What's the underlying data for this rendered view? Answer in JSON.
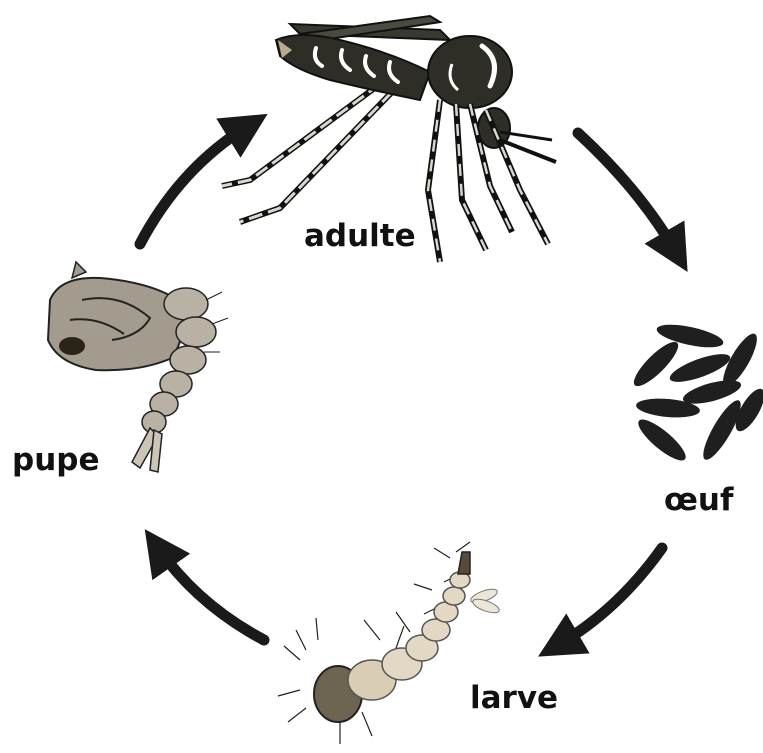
{
  "stages": {
    "adult": {
      "label": "adulte"
    },
    "egg": {
      "label": "œuf"
    },
    "larva": {
      "label": "larve"
    },
    "pupa": {
      "label": "pupe"
    }
  },
  "colors": {
    "arrow": "#1a1a1a",
    "egg": "#1f1f1f",
    "mosquito_body": "#2f2e26",
    "mosquito_mark": "#ffffff",
    "larva_body": "#d9cdb6",
    "larva_head": "#6e6452",
    "pupa_body": "#a39b8d"
  },
  "icons": [
    "adult-mosquito-icon",
    "egg-cluster-icon",
    "larva-icon",
    "pupa-icon",
    "cycle-arrow-icon"
  ]
}
